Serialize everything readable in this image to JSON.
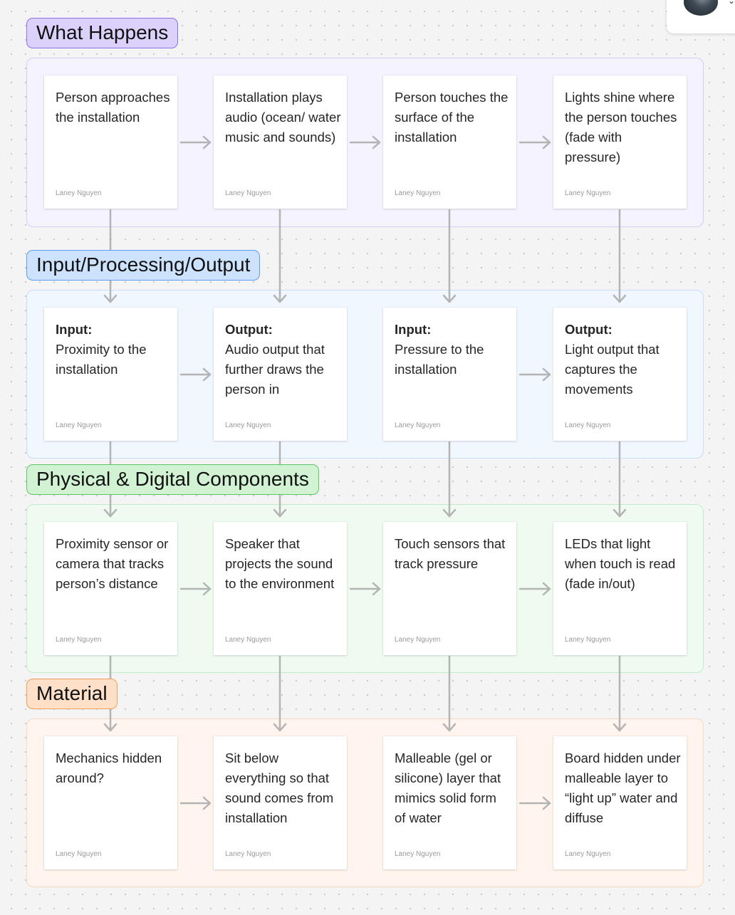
{
  "colors": {
    "what_happens": {
      "bg": "#f5f3ff",
      "border": "#d5ccfa",
      "tag_bg": "#dcd1fb",
      "tag_border": "#8b70f0"
    },
    "ipo": {
      "bg": "#f1f7ff",
      "border": "#c8dcfb",
      "tag_bg": "#cde3fd",
      "tag_border": "#5b9cf5"
    },
    "components": {
      "bg": "#effbf0",
      "border": "#c5ecc9",
      "tag_bg": "#d2f2d4",
      "tag_border": "#5cc566"
    },
    "material": {
      "bg": "#fff5ee",
      "border": "#f9d9c2",
      "tag_bg": "#fee0c8",
      "tag_border": "#f19d5b"
    },
    "arrow": "#b4b4b4"
  },
  "sections": [
    {
      "title": "What Happens",
      "cards": [
        {
          "label": "",
          "text": "Person approaches the installation",
          "author": "Laney Nguyen"
        },
        {
          "label": "",
          "text": "Installation plays audio (ocean/ water music and sounds)",
          "author": "Laney Nguyen"
        },
        {
          "label": "",
          "text": "Person touches the surface of the installation",
          "author": "Laney Nguyen"
        },
        {
          "label": "",
          "text": "Lights shine where the person touches (fade with pressure)",
          "author": "Laney Nguyen"
        }
      ]
    },
    {
      "title": "Input/Processing/Output",
      "cards": [
        {
          "label": "Input:",
          "text": "Proximity to the installation",
          "author": "Laney Nguyen"
        },
        {
          "label": "Output:",
          "text": "Audio output that further draws the person in",
          "author": "Laney Nguyen"
        },
        {
          "label": "Input:",
          "text": "Pressure to the installation",
          "author": "Laney Nguyen"
        },
        {
          "label": "Output:",
          "text": "Light output that captures the movements",
          "author": "Laney Nguyen"
        }
      ]
    },
    {
      "title": "Physical & Digital Components",
      "cards": [
        {
          "label": "",
          "text": "Proximity sensor or camera that tracks person’s distance",
          "author": "Laney Nguyen"
        },
        {
          "label": "",
          "text": "Speaker that projects the sound to the environment",
          "author": "Laney Nguyen"
        },
        {
          "label": "",
          "text": "Touch sensors that track pressure",
          "author": "Laney Nguyen"
        },
        {
          "label": "",
          "text": "LEDs that light when touch is read (fade in/out)",
          "author": "Laney Nguyen"
        }
      ]
    },
    {
      "title": "Material",
      "cards": [
        {
          "label": "",
          "text": "Mechanics hidden around?",
          "author": "Laney Nguyen"
        },
        {
          "label": "",
          "text": "Sit below everything so that sound comes from installation",
          "author": "Laney Nguyen"
        },
        {
          "label": "",
          "text": "Malleable (gel or silicone) layer that mimics solid form of water",
          "author": "Laney Nguyen"
        },
        {
          "label": "",
          "text": "Board hidden under malleable layer to “light up” water and diffuse",
          "author": "Laney Nguyen"
        }
      ]
    }
  ]
}
